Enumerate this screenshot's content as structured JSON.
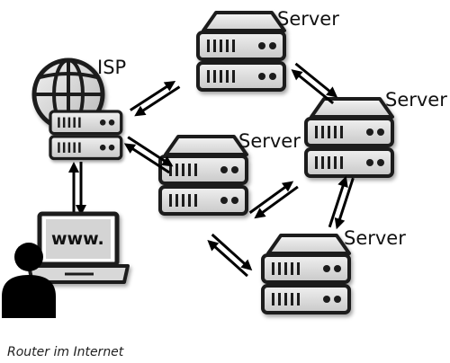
{
  "diagram": {
    "labels": {
      "isp": "ISP",
      "server_top": "Server",
      "server_right": "Server",
      "server_center": "Server",
      "server_bottom": "Server"
    },
    "screen_text": "www.",
    "caption": "Router im Internet"
  },
  "icons": {
    "globe": "globe-icon",
    "server": "server-icon",
    "laptop": "laptop-icon",
    "user": "user-icon",
    "arrows": "bidirectional-arrow-icon"
  },
  "colors": {
    "server_top": "#e6e6e6",
    "server_unit": "#dcdcdc",
    "outline": "#1a1a1a",
    "arrow": "#000000"
  }
}
